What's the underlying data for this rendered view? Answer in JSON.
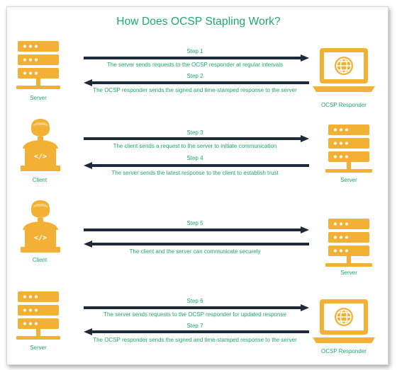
{
  "title": "How Does OCSP Stapling Work?",
  "colors": {
    "accent": "#f2b134",
    "text": "#1fa86a",
    "arrow": "#1c2a3a"
  },
  "rows": [
    {
      "left_actor": {
        "icon": "server-icon",
        "label": "Server"
      },
      "right_actor": {
        "icon": "laptop-globe-icon",
        "label": "OCSP Responder"
      },
      "steps": [
        {
          "title": "Step 1",
          "text": "The server sends requests to the OCSP responder at regular intervals",
          "direction": "right"
        },
        {
          "title": "Step 2",
          "text": "The OCSP responder sends the signed and time-stamped response to the server",
          "direction": "left"
        }
      ]
    },
    {
      "left_actor": {
        "icon": "person-laptop-icon",
        "label": "Client"
      },
      "right_actor": {
        "icon": "server-icon",
        "label": "Server"
      },
      "steps": [
        {
          "title": "Step 3",
          "text": "The client sends a request to the server to initiate communication",
          "direction": "right"
        },
        {
          "title": "Step 4",
          "text": "The server sends the latest response to the client to establish trust",
          "direction": "left"
        }
      ]
    },
    {
      "left_actor": {
        "icon": "person-laptop-icon",
        "label": "Client"
      },
      "right_actor": {
        "icon": "server-icon",
        "label": "Server"
      },
      "steps": [
        {
          "title": "Step 5",
          "text": "",
          "direction": "right"
        },
        {
          "title": "",
          "text": "The client and the server can communicate securely",
          "direction": "left"
        }
      ]
    },
    {
      "left_actor": {
        "icon": "server-icon",
        "label": "Server"
      },
      "right_actor": {
        "icon": "laptop-globe-icon",
        "label": "OCSP Responder"
      },
      "steps": [
        {
          "title": "Step 6",
          "text": "The server sends requests to the OCSP responder for updated response",
          "direction": "right"
        },
        {
          "title": "Step 7",
          "text": "The OCSP responder sends the signed and time-stamped response to the server",
          "direction": "left"
        }
      ]
    }
  ]
}
